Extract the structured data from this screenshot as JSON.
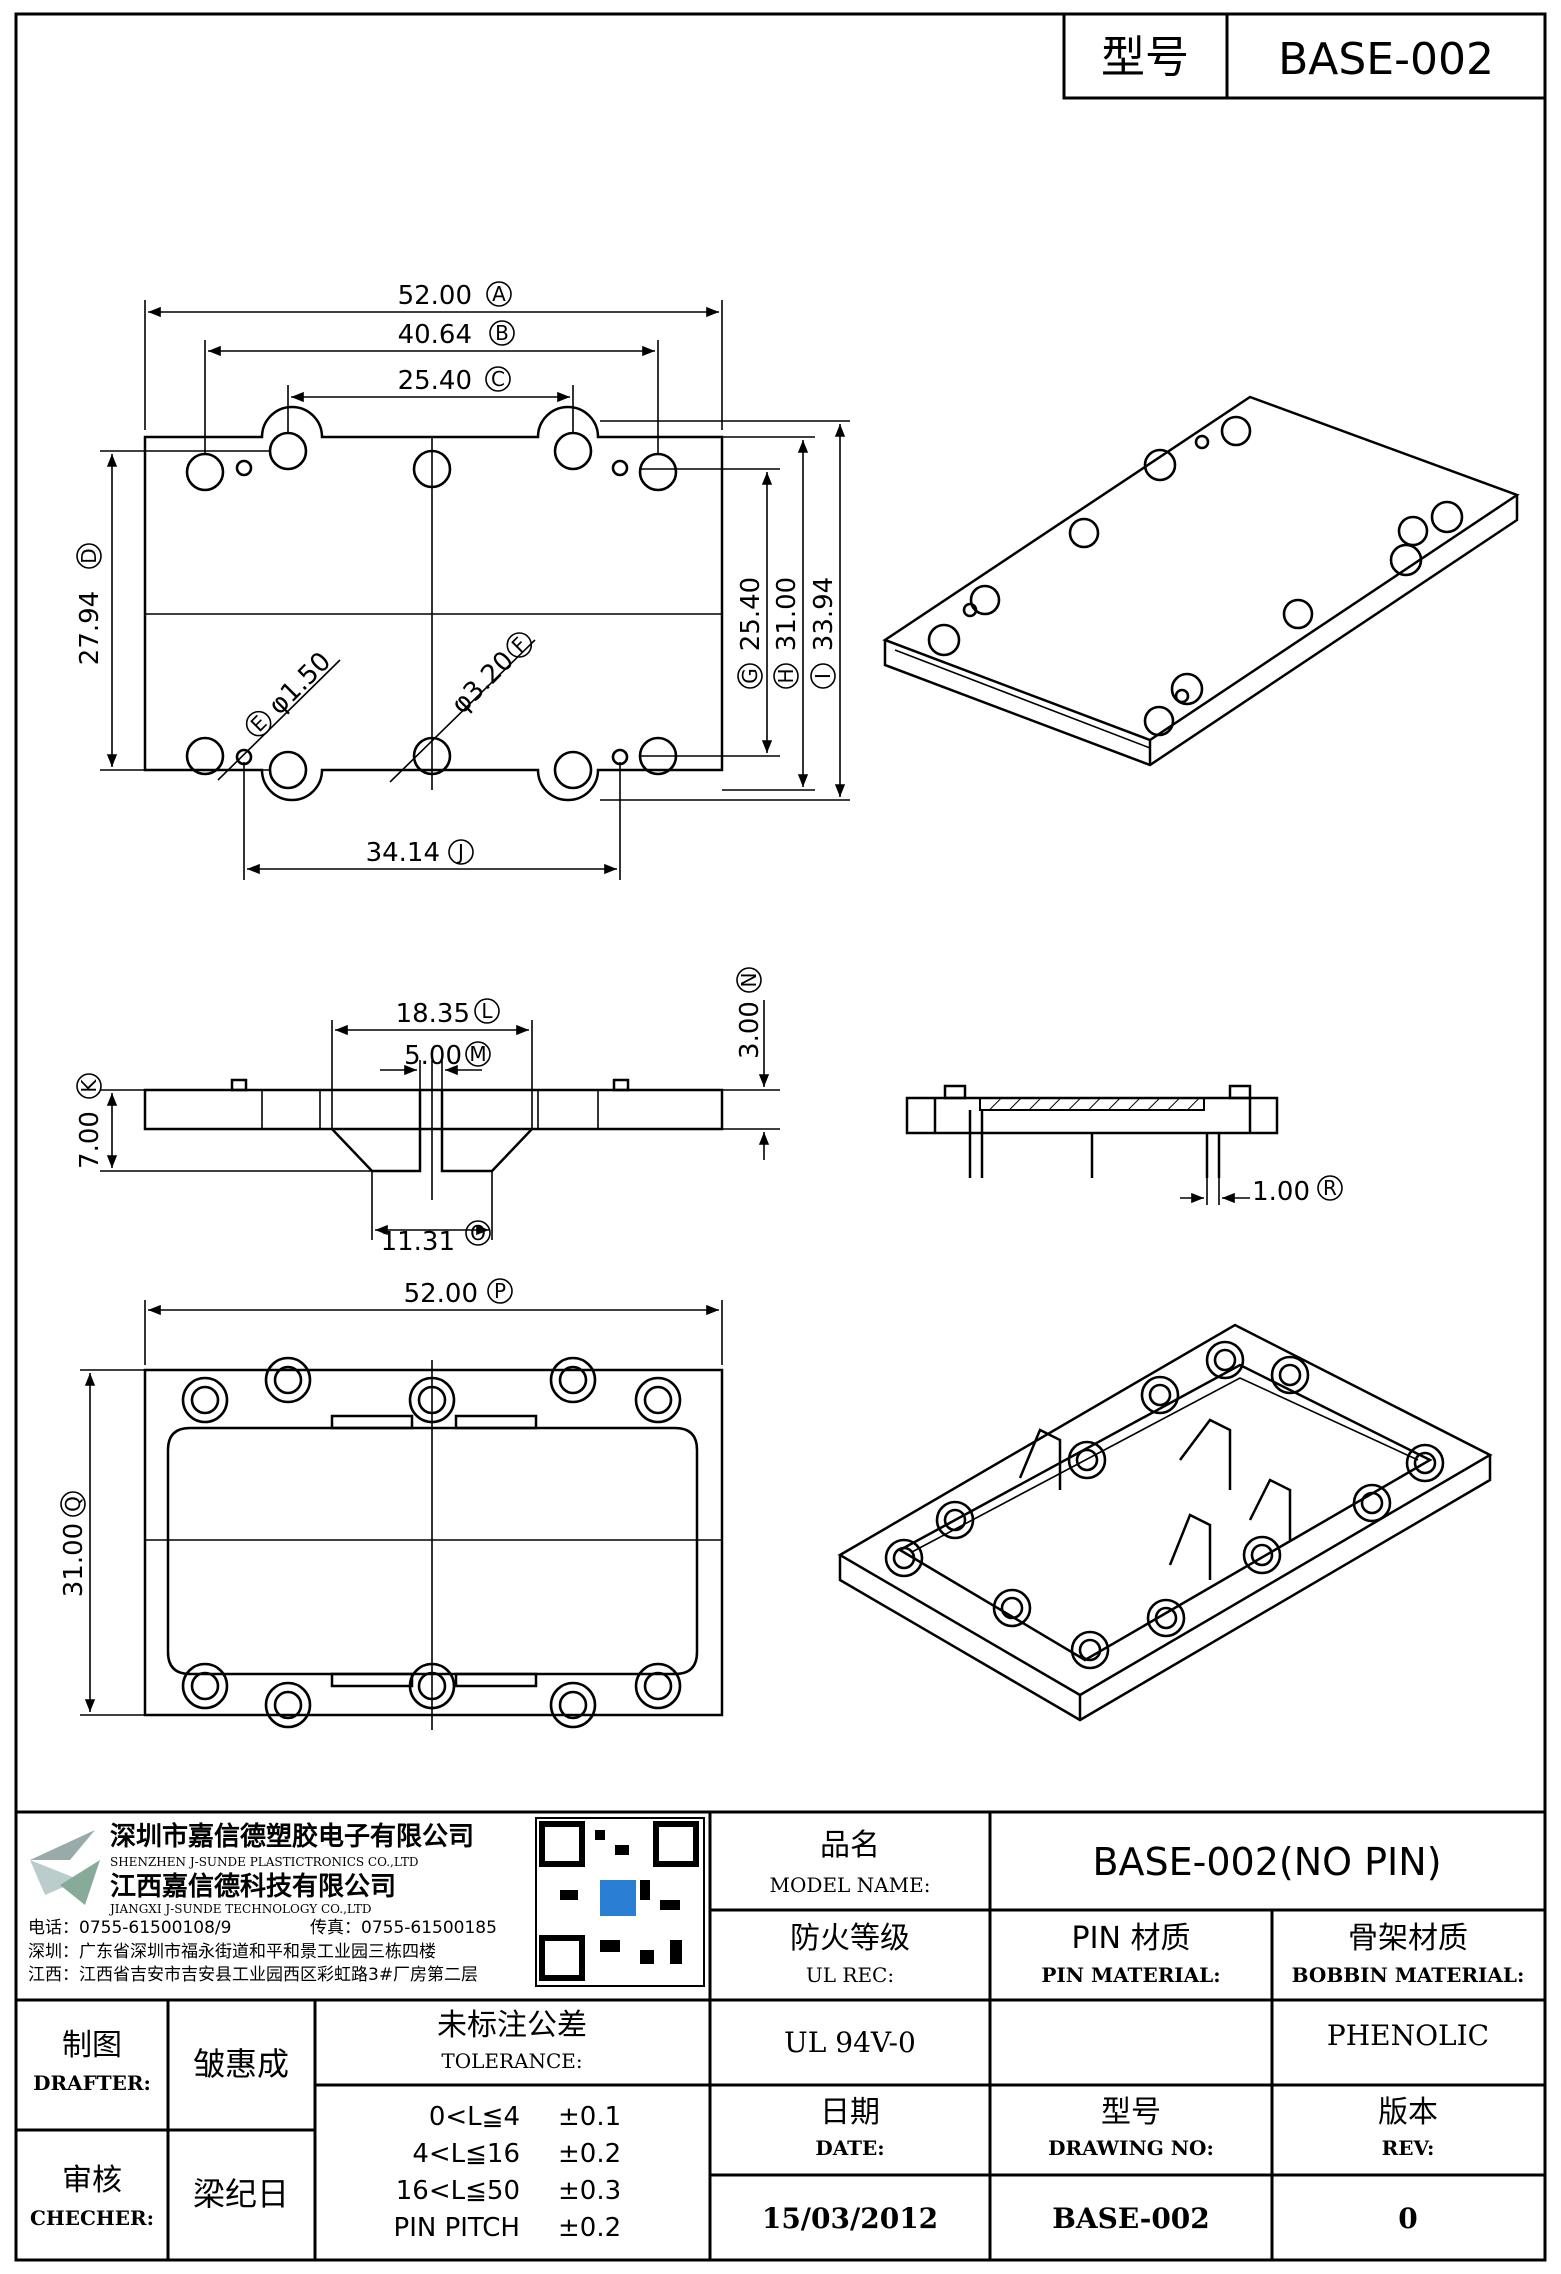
{
  "header": {
    "model_label": "型号",
    "model_value": "BASE-002"
  },
  "dimensions": {
    "A": "52.00",
    "B": "40.64",
    "C": "25.40",
    "D": "27.94",
    "E": "φ1.50",
    "F": "φ3.20",
    "G": "25.40",
    "H": "31.00",
    "I": "33.94",
    "J": "34.14",
    "K": "7.00",
    "L": "18.35",
    "M": "5.00",
    "N": "3.00",
    "O": "11.31",
    "P": "52.00",
    "Q": "31.00",
    "R": "1.00"
  },
  "dimension_letters": {
    "A": "A",
    "B": "B",
    "C": "C",
    "D": "D",
    "E": "E",
    "F": "F",
    "G": "G",
    "H": "H",
    "I": "I",
    "J": "J",
    "K": "K",
    "L": "L",
    "M": "M",
    "N": "N",
    "O": "O",
    "P": "P",
    "Q": "Q",
    "R": "R"
  },
  "company": {
    "name_cn_1": "深圳市嘉信德塑胶电子有限公司",
    "name_en_1": "SHENZHEN J-SUNDE PLASTICTRONICS CO.,LTD",
    "name_cn_2": "江西嘉信德科技有限公司",
    "name_en_2": "JIANGXI J-SUNDE TECHNOLOGY CO.,LTD",
    "phone": "电话：0755-61500108/9",
    "fax": "传真：0755-61500185",
    "addr_sz": "深圳：广东省深圳市福永街道和平和景工业园三栋四楼",
    "addr_jx": "江西：江西省吉安市吉安县工业园西区彩虹路3#厂房第二层"
  },
  "title_block": {
    "model_name_cn": "品名",
    "model_name_en": "MODEL NAME:",
    "model_name_value": "BASE-002(NO PIN)",
    "ul_cn": "防火等级",
    "ul_en": "UL REC:",
    "pin_cn": "PIN 材质",
    "pin_en": "PIN MATERIAL:",
    "bobbin_cn": "骨架材质",
    "bobbin_en": "BOBBIN MATERIAL:",
    "drafter_cn": "制图",
    "drafter_en": "DRAFTER:",
    "drafter_name": "皱惠成",
    "tolerance_cn": "未标注公差",
    "tolerance_en": "TOLERANCE:",
    "ul_value": "UL 94V-0",
    "pin_value": "",
    "bobbin_value": "PHENOLIC",
    "checker_cn": "审核",
    "checker_en": "CHECHER:",
    "checker_name": "梁纪日",
    "tolerances": [
      {
        "range": "0<L≦4",
        "value": "±0.1"
      },
      {
        "range": "4<L≦16",
        "value": "±0.2"
      },
      {
        "range": "16<L≦50",
        "value": "±0.3"
      },
      {
        "range": "PIN PITCH",
        "value": "±0.2"
      }
    ],
    "date_cn": "日期",
    "date_en": "DATE:",
    "drawing_no_cn": "型号",
    "drawing_no_en": "DRAWING NO:",
    "rev_cn": "版本",
    "rev_en": "REV:",
    "date_value": "15/03/2012",
    "drawing_no_value": "BASE-002",
    "rev_value": "0"
  }
}
